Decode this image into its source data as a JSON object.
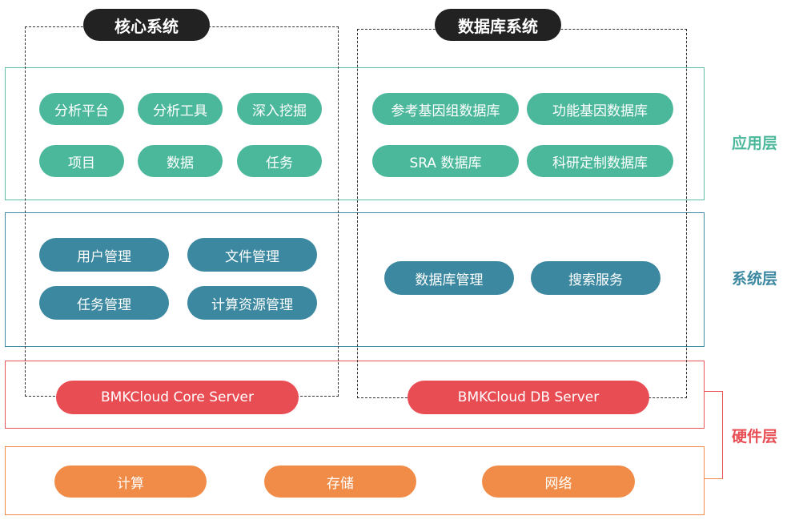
{
  "groups": {
    "core_title": "核心系统",
    "db_title": "数据库系统"
  },
  "application_layer": {
    "label": "应用层",
    "core": [
      "分析平台",
      "分析工具",
      "深入挖掘",
      "项目",
      "数据",
      "任务"
    ],
    "db": [
      "参考基因组数据库",
      "功能基因数据库",
      "SRA 数据库",
      "科研定制数据库"
    ]
  },
  "system_layer": {
    "label": "系统层",
    "core": [
      "用户管理",
      "文件管理",
      "任务管理",
      "计算资源管理"
    ],
    "db": [
      "数据库管理",
      "搜索服务"
    ]
  },
  "hardware_layer": {
    "label": "硬件层",
    "servers": [
      "BMKCloud Core Server",
      "BMKCloud DB Server"
    ],
    "resources": [
      "计算",
      "存储",
      "网络"
    ]
  },
  "colors": {
    "application": "#4cb89b",
    "system": "#3c88a0",
    "server": "#e84d53",
    "resource": "#f08c47",
    "group_title": "#222222"
  }
}
